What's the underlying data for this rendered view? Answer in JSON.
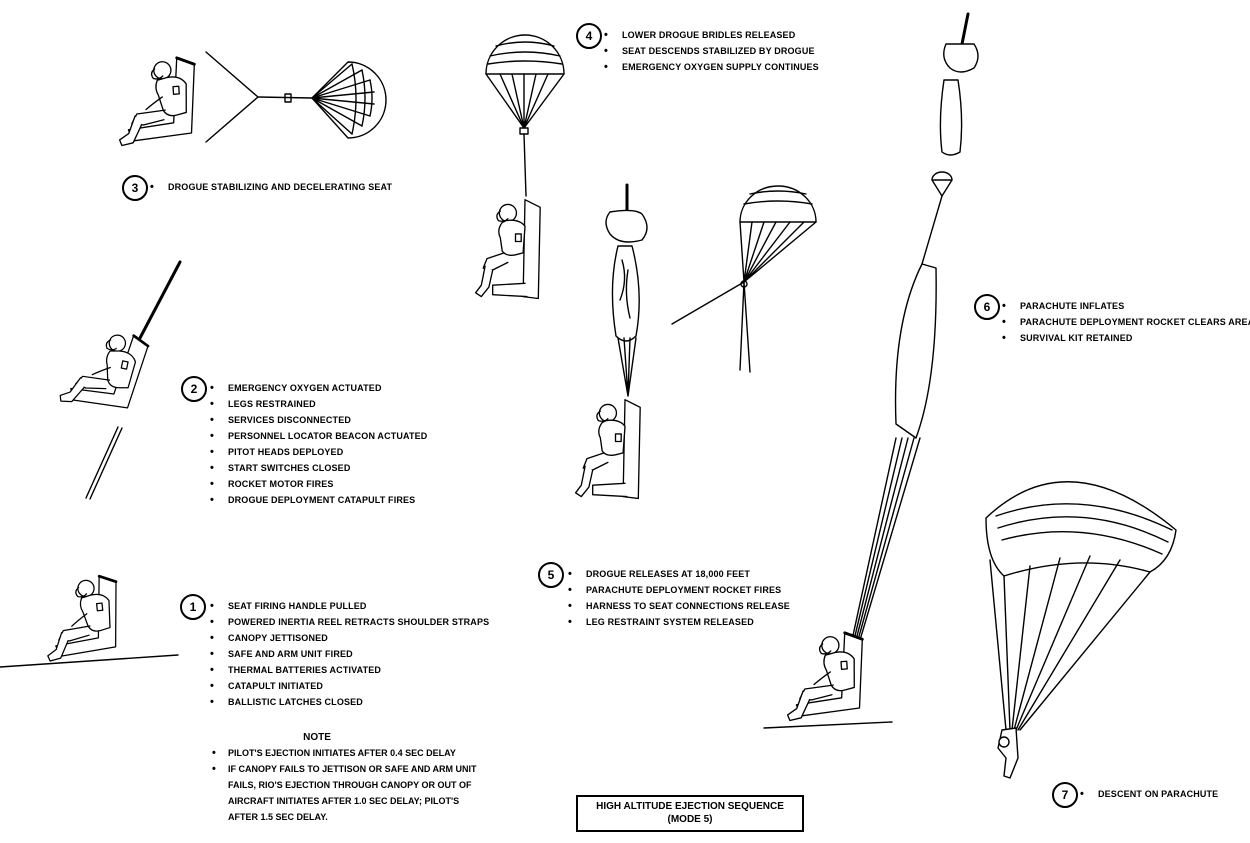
{
  "title": {
    "line1": "HIGH ALTITUDE EJECTION SEQUENCE",
    "line2": "(MODE 5)"
  },
  "steps": [
    {
      "number": "1",
      "items": [
        "SEAT FIRING HANDLE PULLED",
        "POWERED INERTIA REEL RETRACTS SHOULDER STRAPS",
        "CANOPY JETTISONED",
        "SAFE AND ARM UNIT FIRED",
        "THERMAL BATTERIES ACTIVATED",
        "CATAPULT INITIATED",
        "BALLISTIC LATCHES CLOSED"
      ]
    },
    {
      "number": "2",
      "items": [
        "EMERGENCY OXYGEN ACTUATED",
        "LEGS RESTRAINED",
        "SERVICES DISCONNECTED",
        "PERSONNEL LOCATOR BEACON ACTUATED",
        "PITOT HEADS DEPLOYED",
        "START SWITCHES CLOSED",
        "ROCKET MOTOR FIRES",
        "DROGUE DEPLOYMENT CATAPULT FIRES"
      ]
    },
    {
      "number": "3",
      "items": [
        "DROGUE STABILIZING AND DECELERATING SEAT"
      ]
    },
    {
      "number": "4",
      "items": [
        "LOWER DROGUE BRIDLES RELEASED",
        "SEAT DESCENDS STABILIZED BY DROGUE",
        "EMERGENCY OXYGEN SUPPLY CONTINUES"
      ]
    },
    {
      "number": "5",
      "items": [
        "DROGUE RELEASES AT 18,000 FEET",
        "PARACHUTE DEPLOYMENT ROCKET FIRES",
        "HARNESS TO SEAT CONNECTIONS RELEASE",
        "LEG RESTRAINT SYSTEM RELEASED"
      ]
    },
    {
      "number": "6",
      "items": [
        "PARACHUTE INFLATES",
        "PARACHUTE DEPLOYMENT ROCKET CLEARS AREA",
        "SURVIVAL KIT RETAINED"
      ]
    },
    {
      "number": "7",
      "items": [
        "DESCENT ON PARACHUTE"
      ]
    }
  ],
  "note": {
    "title": "NOTE",
    "items": [
      "PILOT'S EJECTION INITIATES AFTER 0.4 SEC DELAY",
      "IF CANOPY FAILS TO JETTISON OR SAFE AND ARM UNIT FAILS, RIO'S EJECTION THROUGH CANOPY OR OUT OF AIRCRAFT INITIATES AFTER 1.0 SEC DELAY; PILOT'S AFTER 1.5 SEC DELAY."
    ]
  }
}
